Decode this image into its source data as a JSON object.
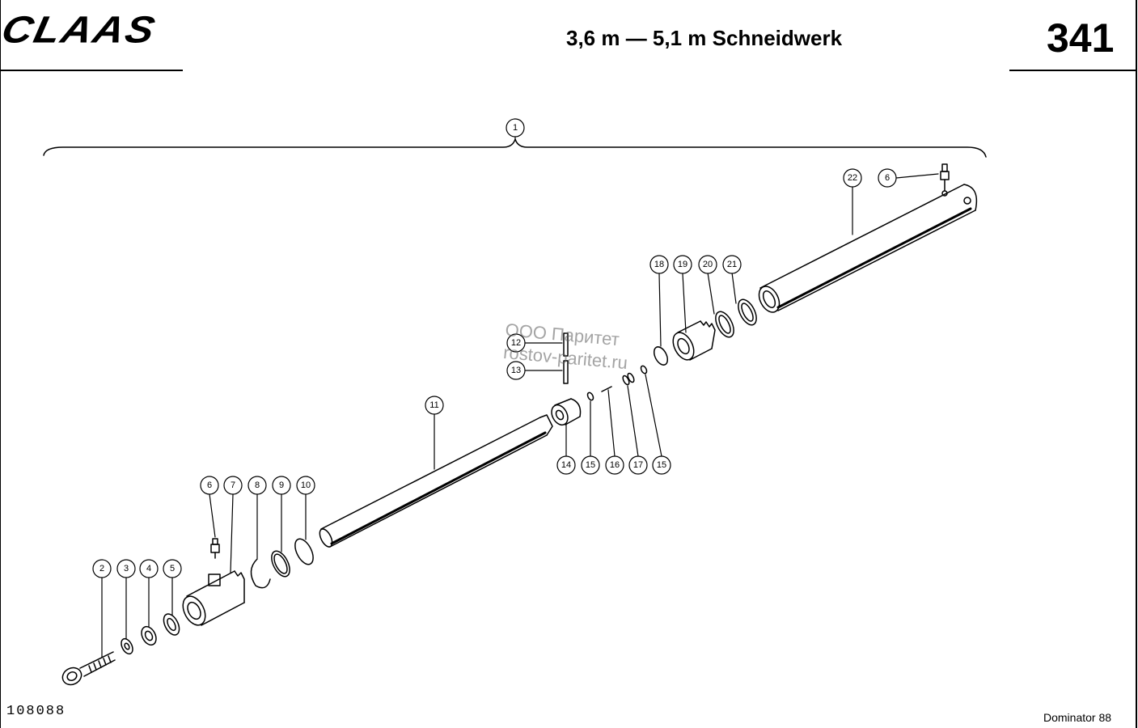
{
  "header": {
    "brand_logo": "CLAAS",
    "title": "3,6 m — 5,1 m Schneidwerk",
    "page_number": "341"
  },
  "footer": {
    "drawing_number": "108088",
    "model": "Dominator 88"
  },
  "watermark": {
    "line1": "ООО Паритет",
    "line2": "rostov-paritet.ru"
  },
  "callouts": {
    "c1": "1",
    "c2": "2",
    "c3": "3",
    "c4": "4",
    "c5": "5",
    "c6a": "6",
    "c6b": "6",
    "c7": "7",
    "c8": "8",
    "c9": "9",
    "c10": "10",
    "c11": "11",
    "c12": "12",
    "c13": "13",
    "c14": "14",
    "c15a": "15",
    "c15b": "15",
    "c16": "16",
    "c17": "17",
    "c18": "18",
    "c19": "19",
    "c20": "20",
    "c21": "21",
    "c22": "22"
  }
}
